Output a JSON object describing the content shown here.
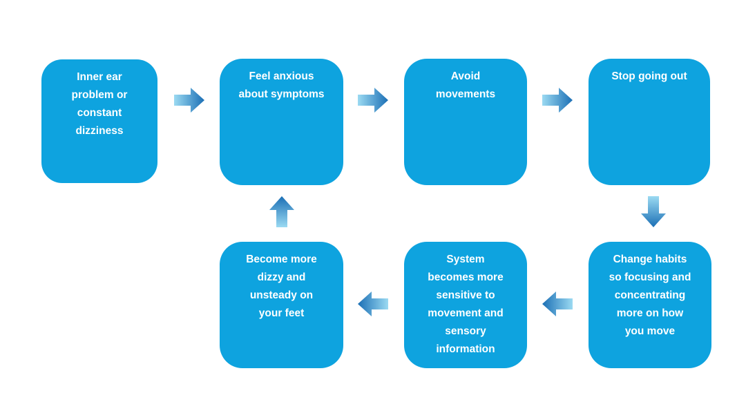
{
  "diagram": {
    "boxes": [
      {
        "id": "inner-ear-problem",
        "label": "Inner ear\nproblem or\nconstant\ndizziness"
      },
      {
        "id": "feel-anxious",
        "label": "Feel anxious\nabout symptoms"
      },
      {
        "id": "avoid-movements",
        "label": "Avoid\nmovements"
      },
      {
        "id": "stop-going-out",
        "label": "Stop going out"
      },
      {
        "id": "change-habits",
        "label": "Change habits\nso focusing and\nconcentrating\nmore on how\nyou move"
      },
      {
        "id": "system-sensitive",
        "label": "System\nbecomes more\nsensitive to\nmovement and\nsensory\ninformation"
      },
      {
        "id": "more-dizzy",
        "label": "Become more\ndizzy and\nunsteady on\nyour feet"
      }
    ],
    "arrows": [
      {
        "from": "inner-ear-problem",
        "to": "feel-anxious",
        "direction": "right"
      },
      {
        "from": "feel-anxious",
        "to": "avoid-movements",
        "direction": "right"
      },
      {
        "from": "avoid-movements",
        "to": "stop-going-out",
        "direction": "right"
      },
      {
        "from": "stop-going-out",
        "to": "change-habits",
        "direction": "down"
      },
      {
        "from": "change-habits",
        "to": "system-sensitive",
        "direction": "left"
      },
      {
        "from": "system-sensitive",
        "to": "more-dizzy",
        "direction": "left"
      },
      {
        "from": "more-dizzy",
        "to": "feel-anxious",
        "direction": "up"
      }
    ],
    "colors": {
      "background": "#FFFFFF",
      "box_fill": "#0EA3DF",
      "box_text": "#FFFFFF",
      "arrow_light": "#9BDAF2",
      "arrow_dark": "#1B6FB5"
    }
  }
}
